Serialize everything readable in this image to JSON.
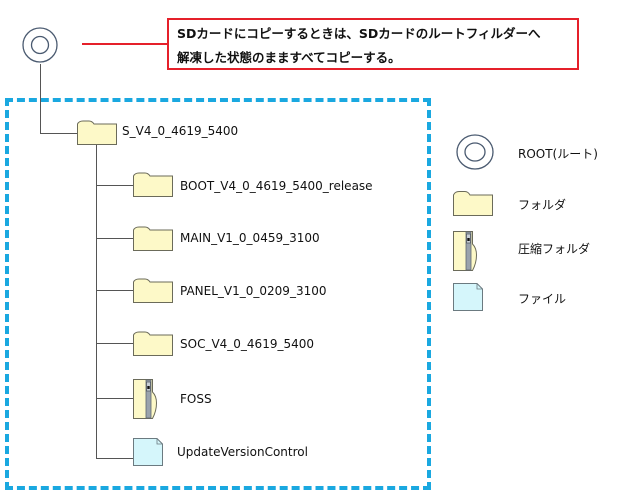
{
  "note": {
    "line1": "SDカードにコピーするときは、SDカードのルートフィルダーへ",
    "line2": "解凍した状態のまますべてコピーする。"
  },
  "tree": {
    "root_icon": "root-disc-icon",
    "top_folder": "S_V4_0_4619_5400",
    "children": [
      {
        "name": "BOOT_V4_0_4619_5400_release",
        "type": "folder"
      },
      {
        "name": "MAIN_V1_0_0459_3100",
        "type": "folder"
      },
      {
        "name": "PANEL_V1_0_0209_3100",
        "type": "folder"
      },
      {
        "name": "SOC_V4_0_4619_5400",
        "type": "folder"
      },
      {
        "name": "FOSS",
        "type": "zip-folder"
      },
      {
        "name": "UpdateVersionControl",
        "type": "file"
      }
    ]
  },
  "legend": {
    "items": [
      {
        "label": "ROOT(ルート)",
        "icon": "root-disc-icon"
      },
      {
        "label": "フォルダ",
        "icon": "folder-icon"
      },
      {
        "label": "圧縮フォルダ",
        "icon": "zip-folder-icon"
      },
      {
        "label": "ファイル",
        "icon": "file-icon"
      }
    ]
  },
  "colors": {
    "note_border": "#e5202a",
    "dash_border": "#1aa8e0",
    "folder_fill": "#fdf9c8",
    "file_fill": "#d5f6fb",
    "root_stroke": "#4a5a70"
  }
}
